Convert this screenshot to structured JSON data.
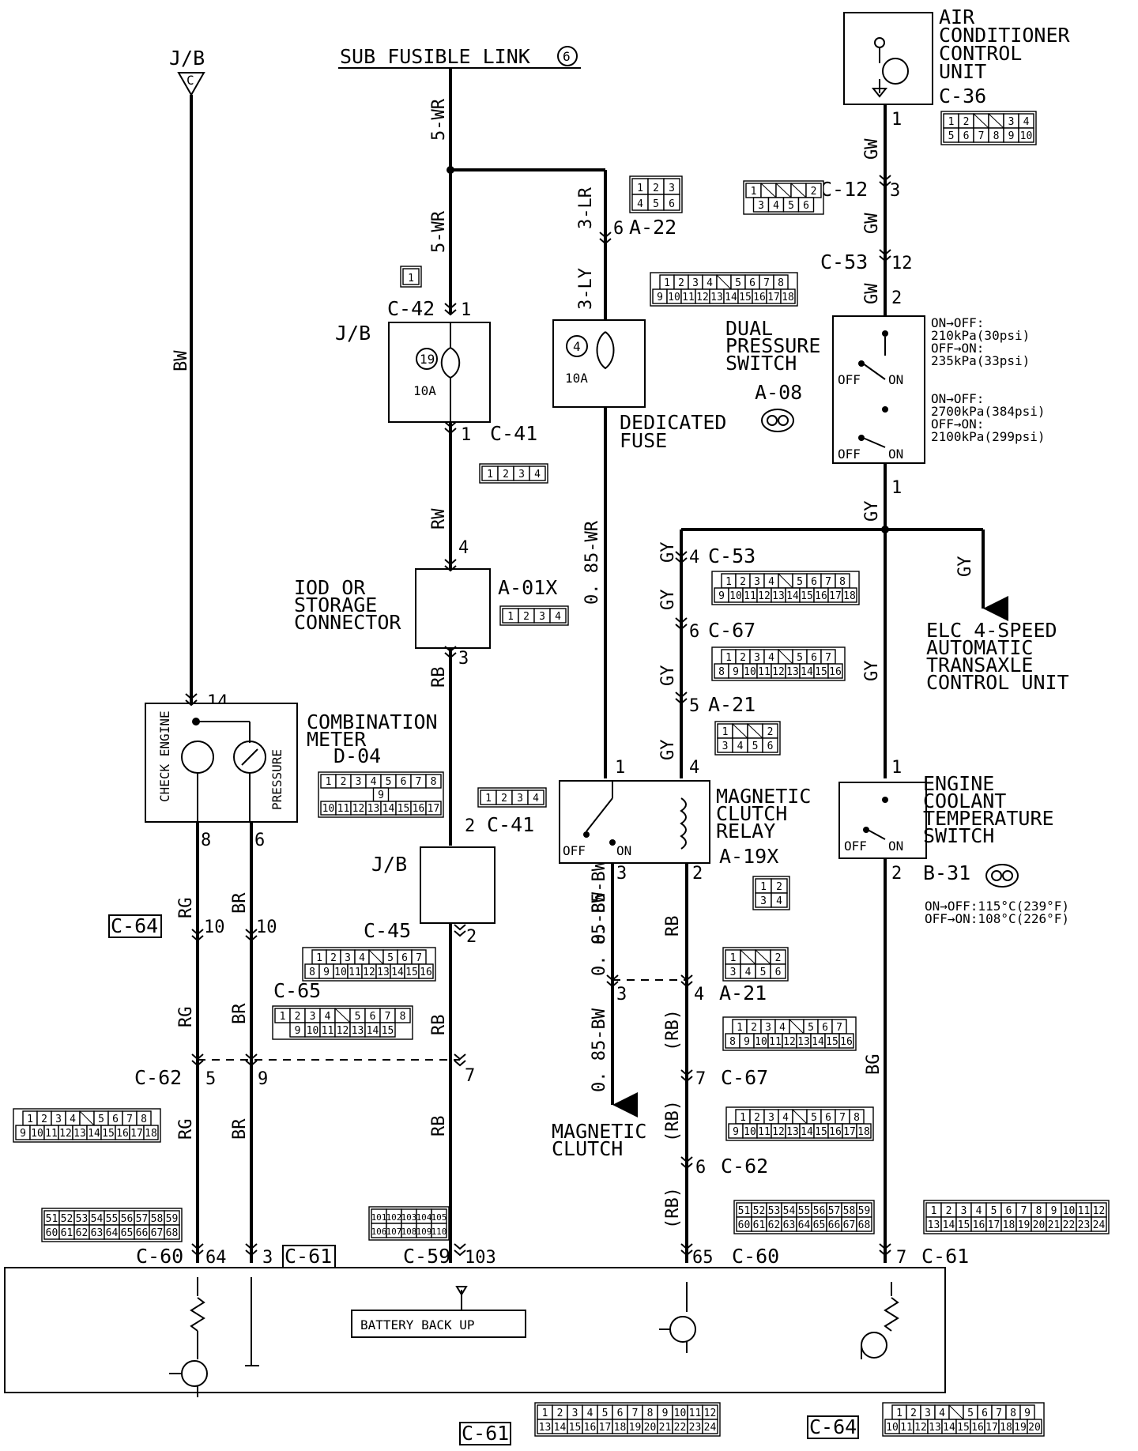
{
  "sources": {
    "jb_c": {
      "title": "J/B",
      "letter": "C"
    },
    "sub_fusible_link": {
      "label": "SUB FUSIBLE LINK",
      "num": "6"
    }
  },
  "ac_control_unit": {
    "lines": [
      "AIR",
      "CONDITIONER",
      "CONTROL",
      "UNIT"
    ],
    "connector": "C-36",
    "pin": "1"
  },
  "wires": {
    "bw": "BW",
    "wr5a": "5-WR",
    "wr5b": "5-WR",
    "lr3": "3-LR",
    "ly3": "3-LY",
    "gw1": "GW",
    "gw2": "GW",
    "gw3": "GW",
    "rw": "RW",
    "wr085": "0. 85-WR",
    "gy_main": "GY",
    "gy_elc": "GY",
    "gy_c53": "GY",
    "gy_c67": "GY",
    "gy_a21": "GY",
    "gy_relay": "GY",
    "gy_right": "GY",
    "rb1": "RB",
    "rb2": "RB",
    "rb3": "RB",
    "rb_relay": "RB",
    "rb_p1": "(RB)",
    "rb_p2": "(RB)",
    "rb_p3": "(RB)",
    "bw085a": "0. 85-BW",
    "bw085b": "0. 85-BW",
    "bw085c": "0. 85-BW",
    "rg1": "RG",
    "rg2": "RG",
    "rg3": "RG",
    "br1": "BR",
    "br2": "BR",
    "br3": "BR",
    "bg": "BG"
  },
  "connectors": {
    "c12": {
      "label": "C-12",
      "pin_a": "3"
    },
    "c53_top": {
      "label": "C-53",
      "pin_a": "12",
      "pin_b": "2"
    },
    "c42": {
      "label": "C-42",
      "pin": "1"
    },
    "a22": {
      "label": "A-22",
      "pin": "6"
    },
    "c41_top": {
      "label": "C-41",
      "pin": "1"
    },
    "a08": {
      "label": "A-08"
    },
    "a01x": {
      "label": "A-01X",
      "pin_in": "4",
      "pin_out": "3"
    },
    "c53_mid": {
      "label": "C-53",
      "pin": "4"
    },
    "c67_mid": {
      "label": "C-67",
      "pin": "6"
    },
    "a21_top": {
      "label": "A-21",
      "pin": "5"
    },
    "d04": {
      "label": "D-04",
      "pin_top": "14",
      "pin_a": "8",
      "pin_b": "6"
    },
    "c41_mid": {
      "label": "C-41",
      "pin": "2"
    },
    "jb_box": {
      "label": "J/B"
    },
    "c45": {
      "label": "C-45",
      "pin": "2"
    },
    "a19x": {
      "label": "A-19X",
      "pin_1": "1",
      "pin_4": "4",
      "pin_3": "3",
      "pin_2": "2"
    },
    "b31": {
      "label": "B-31",
      "pin_1": "1",
      "pin_2": "2"
    },
    "c64_side": {
      "label": "C-64"
    },
    "pins_10a": "10",
    "pins_10b": "10",
    "c65": {
      "label": "C-65"
    },
    "a21_low": {
      "label": "A-21",
      "pin_a": "3",
      "pin_b": "4"
    },
    "c62_left": {
      "label": "C-62",
      "pin_a": "5",
      "pin_b": "9",
      "pin_c": "7"
    },
    "c67_low": {
      "label": "C-67",
      "pin": "7"
    },
    "c62_right": {
      "label": "C-62",
      "pin": "6"
    },
    "c60_left": {
      "label": "C-60",
      "pin": "64"
    },
    "c61_mid": {
      "label": "C-61",
      "pin": "3"
    },
    "c59": {
      "label": "C-59",
      "pin": "103"
    },
    "c60_right": {
      "label": "C-60",
      "pin": "65"
    },
    "c61_right": {
      "label": "C-61",
      "pin": "7"
    },
    "c61_bottom": {
      "label": "C-61"
    },
    "c64_bottom": {
      "label": "C-64"
    }
  },
  "components": {
    "jb_fuse": {
      "title": "J/B",
      "fuse_no": "19",
      "rating": "10A"
    },
    "dedicated_fuse": {
      "fuse_no": "4",
      "rating": "10A",
      "label_1": "DEDICATED",
      "label_2": "FUSE"
    },
    "dual_pressure_switch": {
      "lines": [
        "DUAL",
        "PRESSURE",
        "SWITCH"
      ],
      "state_off": "OFF",
      "state_on": "ON",
      "spec1_a": "ON→OFF:",
      "spec1_b": "210kPa(30psi)",
      "spec1_c": "OFF→ON:",
      "spec1_d": "235kPa(33psi)",
      "spec2_a": "ON→OFF:",
      "spec2_b": "2700kPa(384psi)",
      "spec2_c": "OFF→ON:",
      "spec2_d": "2100kPa(299psi)",
      "pin_out": "1"
    },
    "iod_connector": {
      "lines": [
        "IOD OR",
        "STORAGE",
        "CONNECTOR"
      ]
    },
    "combination_meter": {
      "lines": [
        "COMBINATION",
        "METER"
      ],
      "check_engine": "CHECK ENGINE",
      "pressure": "PRESSURE"
    },
    "magnetic_clutch_relay": {
      "lines": [
        "MAGNETIC",
        "CLUTCH",
        "RELAY"
      ],
      "off": "OFF",
      "on": "ON"
    },
    "engine_coolant_switch": {
      "lines": [
        "ENGINE",
        "COOLANT",
        "TEMPERATURE",
        "SWITCH"
      ],
      "off": "OFF",
      "on": "ON",
      "spec_a": "ON→OFF:115°C(239°F)",
      "spec_b": "OFF→ON:108°C(226°F)"
    },
    "elc_unit": {
      "lines": [
        "ELC 4-SPEED",
        "AUTOMATIC",
        "TRANSAXLE",
        "CONTROL UNIT"
      ]
    },
    "magnetic_clutch": {
      "lines": [
        "MAGNETIC",
        "CLUTCH"
      ]
    },
    "battery_backup": {
      "label": "BATTERY BACK UP"
    }
  },
  "connector_faces": {
    "c36": {
      "rows": [
        [
          "1",
          "2",
          "",
          "",
          "3",
          "4"
        ],
        [
          "5",
          "6",
          "7",
          "8",
          "9",
          "10"
        ]
      ]
    },
    "a22": {
      "rows": [
        [
          "1",
          "2",
          "3"
        ],
        [
          "4",
          "5",
          "6"
        ]
      ]
    },
    "c12": {
      "rows": [
        [
          "1",
          "",
          "",
          "",
          "2"
        ],
        [
          "3",
          "4",
          "5",
          "6"
        ]
      ]
    },
    "c53": {
      "rows": [
        [
          "1",
          "2",
          "3",
          "4",
          "",
          "5",
          "6",
          "7",
          "8"
        ],
        [
          "9",
          "10",
          "11",
          "12",
          "13",
          "14",
          "15",
          "16",
          "17",
          "18"
        ]
      ]
    },
    "c42": {
      "rows": [
        [
          "1"
        ]
      ]
    },
    "c41_top": {
      "rows": [
        [
          "1",
          "2",
          "3",
          "4"
        ]
      ]
    },
    "a01x": {
      "rows": [
        [
          "1",
          "2",
          "3",
          "4"
        ]
      ]
    },
    "c67": {
      "rows": [
        [
          "1",
          "2",
          "3",
          "4",
          "",
          "5",
          "6",
          "7"
        ],
        [
          "8",
          "9",
          "10",
          "11",
          "12",
          "13",
          "14",
          "15",
          "16"
        ]
      ]
    },
    "a21": {
      "rows": [
        [
          "1",
          "",
          "",
          "2"
        ],
        [
          "3",
          "4",
          "5",
          "6"
        ]
      ]
    },
    "d04": {
      "rows": [
        [
          "1",
          "2",
          "3",
          "4",
          "5",
          "6",
          "7",
          "8"
        ],
        [
          "9"
        ],
        [
          "10",
          "11",
          "12",
          "13",
          "14",
          "15",
          "16",
          "17"
        ]
      ]
    },
    "c41_mid": {
      "rows": [
        [
          "1",
          "2",
          "3",
          "4"
        ]
      ]
    },
    "a19x": {
      "rows": [
        [
          "1",
          "2"
        ],
        [
          "3",
          "4"
        ]
      ]
    },
    "c45": {
      "rows": [
        [
          "1",
          "2",
          "3",
          "4",
          "",
          "5",
          "6",
          "7"
        ],
        [
          "8",
          "9",
          "10",
          "11",
          "12",
          "13",
          "14",
          "15",
          "16"
        ]
      ]
    },
    "c65": {
      "rows": [
        [
          "1",
          "2",
          "3",
          "4",
          "",
          "5",
          "6",
          "7",
          "8"
        ],
        [
          "9",
          "10",
          "11",
          "12",
          "13",
          "14",
          "15"
        ]
      ]
    },
    "a21_low": {
      "rows": [
        [
          "1",
          "",
          "",
          "2"
        ],
        [
          "3",
          "4",
          "5",
          "6"
        ]
      ]
    },
    "c67_low": {
      "rows": [
        [
          "1",
          "2",
          "3",
          "4",
          "",
          "5",
          "6",
          "7"
        ],
        [
          "8",
          "9",
          "10",
          "11",
          "12",
          "13",
          "14",
          "15",
          "16"
        ]
      ]
    },
    "c62_left": {
      "rows": [
        [
          "1",
          "2",
          "3",
          "4",
          "",
          "5",
          "6",
          "7",
          "8"
        ],
        [
          "9",
          "10",
          "11",
          "12",
          "13",
          "14",
          "15",
          "16",
          "17",
          "18"
        ]
      ]
    },
    "c62_right": {
      "rows": [
        [
          "1",
          "2",
          "3",
          "4",
          "",
          "5",
          "6",
          "7",
          "8"
        ],
        [
          "9",
          "10",
          "11",
          "12",
          "13",
          "14",
          "15",
          "16",
          "17",
          "18"
        ]
      ]
    },
    "c60_left": {
      "rows": [
        [
          "51",
          "52",
          "53",
          "54",
          "55",
          "56",
          "57",
          "58",
          "59"
        ],
        [
          "60",
          "61",
          "62",
          "63",
          "64",
          "65",
          "66",
          "67",
          "68"
        ]
      ]
    },
    "c59": {
      "rows": [
        [
          "101",
          "102",
          "103",
          "104",
          "105"
        ],
        [
          "106",
          "107",
          "108",
          "109",
          "110"
        ]
      ]
    },
    "c60_right": {
      "rows": [
        [
          "51",
          "52",
          "53",
          "54",
          "55",
          "56",
          "57",
          "58",
          "59"
        ],
        [
          "60",
          "61",
          "62",
          "63",
          "64",
          "65",
          "66",
          "67",
          "68"
        ]
      ]
    },
    "c61_right": {
      "rows": [
        [
          "1",
          "2",
          "3",
          "4",
          "5",
          "6",
          "7",
          "8",
          "9",
          "10",
          "11",
          "12"
        ],
        [
          "13",
          "14",
          "15",
          "16",
          "17",
          "18",
          "19",
          "20",
          "21",
          "22",
          "23",
          "24"
        ]
      ]
    },
    "c61_bottom": {
      "rows": [
        [
          "1",
          "2",
          "3",
          "4",
          "5",
          "6",
          "7",
          "8",
          "9",
          "10",
          "11",
          "12"
        ],
        [
          "13",
          "14",
          "15",
          "16",
          "17",
          "18",
          "19",
          "20",
          "21",
          "22",
          "23",
          "24"
        ]
      ]
    },
    "c64_bottom": {
      "rows": [
        [
          "1",
          "2",
          "3",
          "4",
          "",
          "5",
          "6",
          "7",
          "8",
          "9"
        ],
        [
          "10",
          "11",
          "12",
          "13",
          "14",
          "15",
          "16",
          "17",
          "18",
          "19",
          "20"
        ]
      ]
    }
  }
}
